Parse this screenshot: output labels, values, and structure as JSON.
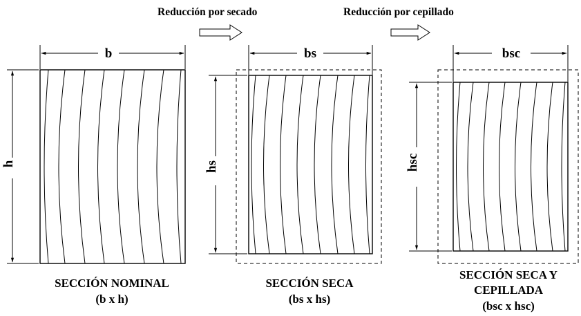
{
  "steps": {
    "drying": "Reducción por secado",
    "planing": "Reducción por cepillado"
  },
  "sections": {
    "nominal": {
      "width_label": "b",
      "height_label": "h",
      "caption_line1": "SECCIÓN NOMINAL",
      "caption_line2": "(b x h)"
    },
    "dry": {
      "width_label": "bs",
      "height_label": "hs",
      "caption_line1": "SECCIÓN SECA",
      "caption_line2": "(bs x hs)"
    },
    "dry_planed": {
      "width_label": "bsc",
      "height_label": "hsc",
      "caption_line1": "SECCIÓN SECA Y",
      "caption_line2": "CEPILLADA",
      "caption_line3": "(bsc x hsc)"
    }
  }
}
